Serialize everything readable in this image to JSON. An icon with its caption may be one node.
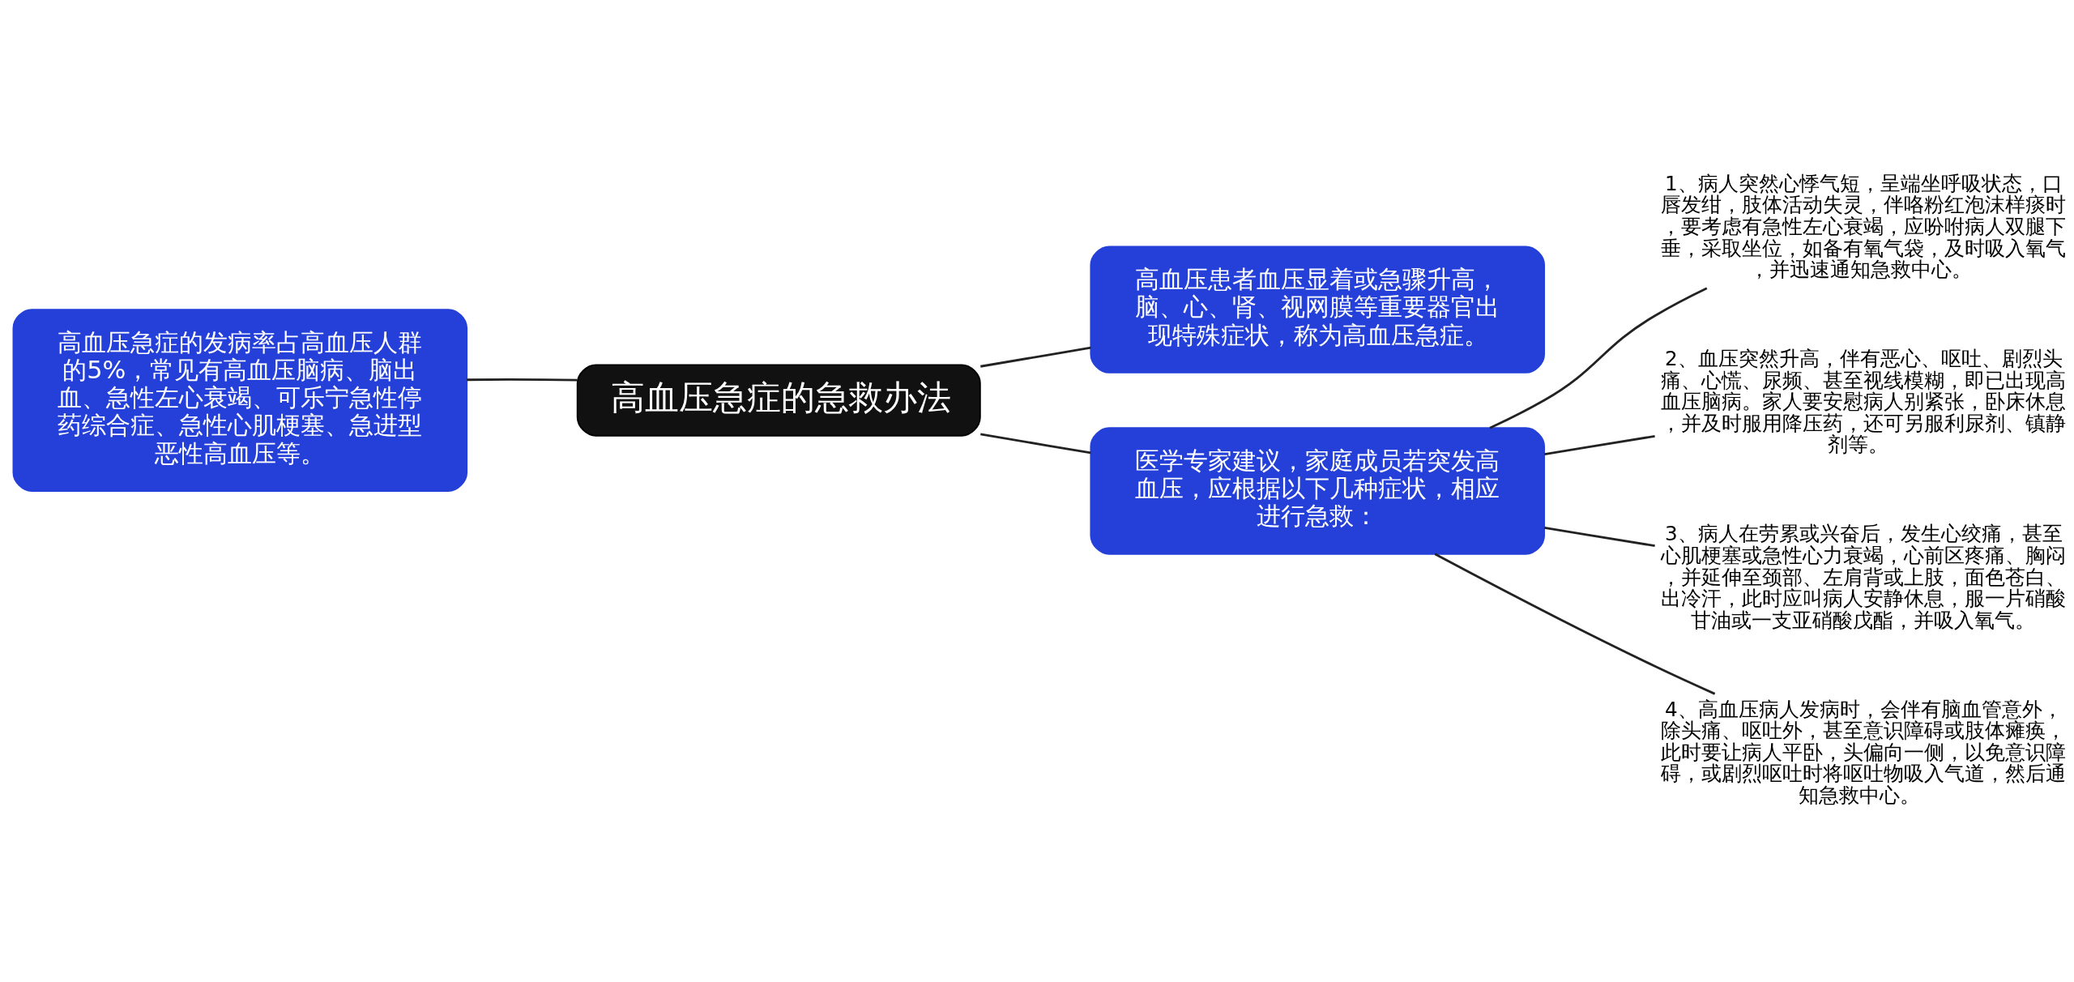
{
  "diagram": {
    "nodes": [
      {
        "text": [
          "高血压急症的急救办法"
        ]
      },
      {
        "text": [
          "高血压患者血压显着或急骤升高，脑、心、肾、视网膜等重要器官出现特殊症状，称为高血压急症。"
        ]
      },
      {
        "text": [
          "高血压急症的发病率占高血压人群的5%，常见有高血压脑病、脑出血、急性左心衰竭、可乐宁急性停药综合症、急性心肌梗塞、急进型恶性高血压等。"
        ]
      },
      {
        "text": [
          "医学专家建议，家庭成员若突发高血压，应根据以下几种症状，相应进行急救："
        ]
      },
      {
        "text": [
          "1、病人突然心悸气短，呈端坐呼吸状态，口唇发绀，肢体活动失灵，伴咯粉红泡沫样痰时，要考虑有急性左心衰竭，应吩咐病人双腿下垂，采取坐位，如备有氧气袋，及时吸入氧气，并迅速通知急救中心。"
        ]
      },
      {
        "text": [
          "2、血压突然升高，伴有恶心、呕吐、剧烈头痛、心慌、尿频、甚至视线模糊，即已出现高血压脑病。家人要安慰病人别紧张，卧床休息，并及时服用降压药，还可另服利尿剂、镇静剂等。"
        ]
      },
      {
        "text": [
          "3、病人在劳累或兴奋后，发生心绞痛，甚至心肌梗塞或急性心力衰竭，心前区疼痛、胸闷，并延伸至颈部、左肩背或上肢，面色苍白、出冷汗，此时应叫病人安静休息，服一片硝酸甘油或一支亚硝酸戊酯，并吸入氧气。"
        ]
      },
      {
        "text": [
          "4、高血压病人发病时，会伴有脑血管意外，除头痛、呕吐外，甚至意识障碍或肢体瘫痪，此时要让病人平卧，头偏向一侧，以免意识障碍，或剧烈呕吐时将呕吐物吸入气道，然后通知急救中心。"
        ]
      }
    ],
    "edges": [
      {
        "from": 0,
        "to": 1,
        "arrow": "none"
      },
      {
        "from": 0,
        "to": 3,
        "arrow": "none"
      },
      {
        "from": 0,
        "to": 2,
        "arrow": "none"
      },
      {
        "from": 3,
        "to": 4,
        "arrow": "none"
      },
      {
        "from": 3,
        "to": 5,
        "arrow": "none"
      },
      {
        "from": 3,
        "to": 6,
        "arrow": "none"
      },
      {
        "from": 3,
        "to": 7,
        "arrow": "none"
      }
    ]
  }
}
